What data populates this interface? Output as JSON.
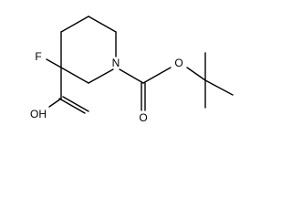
{
  "molecule": {
    "atoms": {
      "fluorine": "F",
      "ring_nitrogen": "N",
      "ester_oxygen": "O",
      "carbonyl_oxygen": "O",
      "acid_hydroxyl": "OH"
    }
  },
  "colors": {
    "bond": "#000000",
    "label": "#000000",
    "background": "#ffffff"
  }
}
